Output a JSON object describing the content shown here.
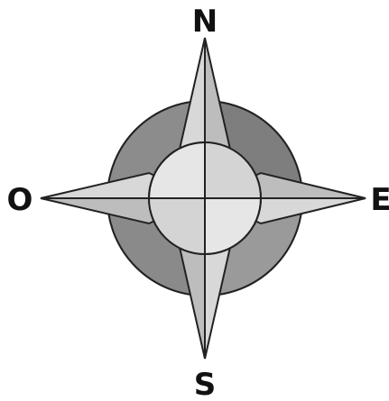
{
  "compass": {
    "directions": {
      "north": "N",
      "south": "S",
      "east": "E",
      "west": "O"
    },
    "colors": {
      "outline": "#222222",
      "ring_dark": "#8a8a8a",
      "ring_mid": "#b8b8b8",
      "ring_light": "#d2d2d2",
      "point_fill": "#e0e0e0",
      "center_fill": "#ececec",
      "background": "#ffffff"
    }
  }
}
